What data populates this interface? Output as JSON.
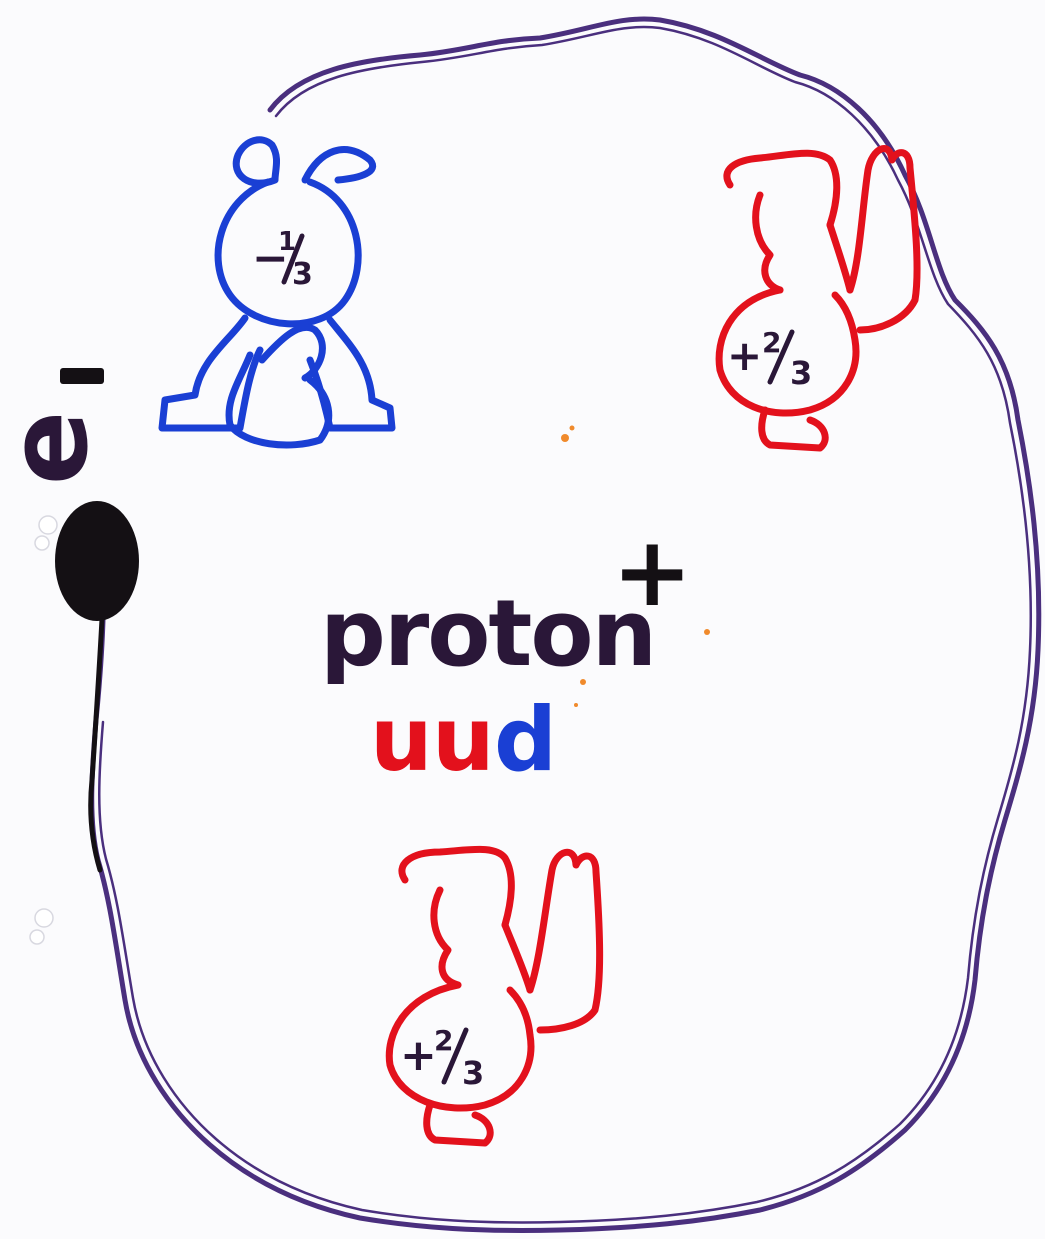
{
  "colors": {
    "paper": "#fbfbfd",
    "boundary": "#4a2f7e",
    "down_quark": "#1a3fd4",
    "up_quark": "#e3111c",
    "ink_dark": "#2a1738",
    "electron": "#141014",
    "speck": "#f08a2c"
  },
  "particle": {
    "name": "proton",
    "charge_sign": "+",
    "composition": {
      "u1": "u",
      "u2": "u",
      "d": "d"
    }
  },
  "electron": {
    "symbol": "e",
    "charge_sign": "-"
  },
  "quarks": [
    {
      "flavor": "d",
      "charge_sign": "−",
      "numerator": "1",
      "denominator": "3",
      "pose": "handstand",
      "color": "#1a3fd4"
    },
    {
      "flavor": "u",
      "charge_sign": "+",
      "numerator": "2",
      "denominator": "3",
      "pose": "waving",
      "color": "#e3111c"
    },
    {
      "flavor": "u",
      "charge_sign": "+",
      "numerator": "2",
      "denominator": "3",
      "pose": "waving",
      "color": "#e3111c"
    }
  ]
}
